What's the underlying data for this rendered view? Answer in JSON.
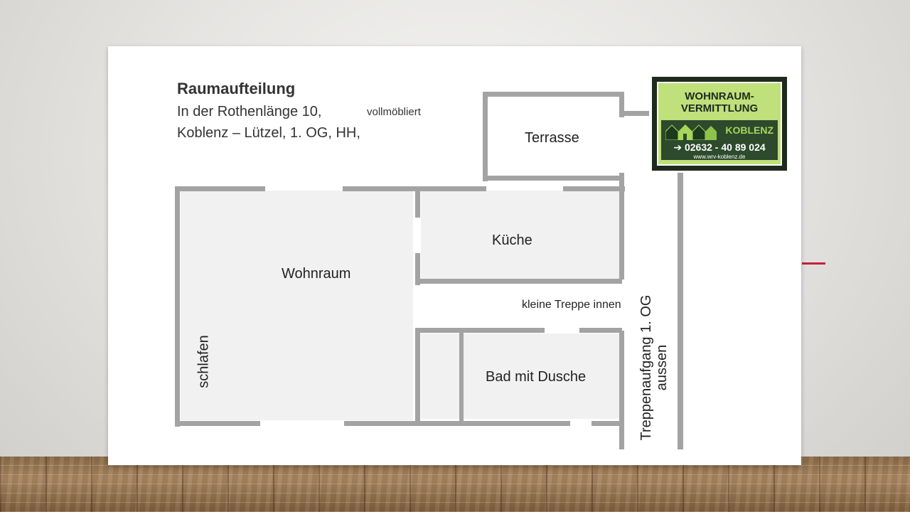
{
  "plan": {
    "title": "Raumaufteilung",
    "address_line1": "In der Rothenlänge 10,",
    "address_line2": "Koblenz – Lützel,   1. OG,  HH,",
    "furnished": "vollmöbliert"
  },
  "rooms": {
    "terrace": "Terrasse",
    "kitchen": "Küche",
    "living": "Wohnraum",
    "stairs_inside": "kleine Treppe innen",
    "bathroom": "Bad mit Dusche",
    "sleeping": "schlafen",
    "stairs_outside_line1": "Treppenaufgang 1. OG",
    "stairs_outside_line2": "aussen"
  },
  "logo": {
    "line1": "WOHNRAUM-",
    "line2": "VERMITTLUNG",
    "city": "KOBLENZ",
    "arrow": "➔",
    "phone": "02632 - 40 89 024",
    "website": "www.wrv-koblenz.de",
    "colors": {
      "background": "#bfe07a",
      "band": "#2d4a2d",
      "accent": "#a6d65a"
    }
  },
  "colors": {
    "walls": "#a3a3a3",
    "room_fill": "#f1f1f1",
    "slide_accent": "#c0243a"
  }
}
